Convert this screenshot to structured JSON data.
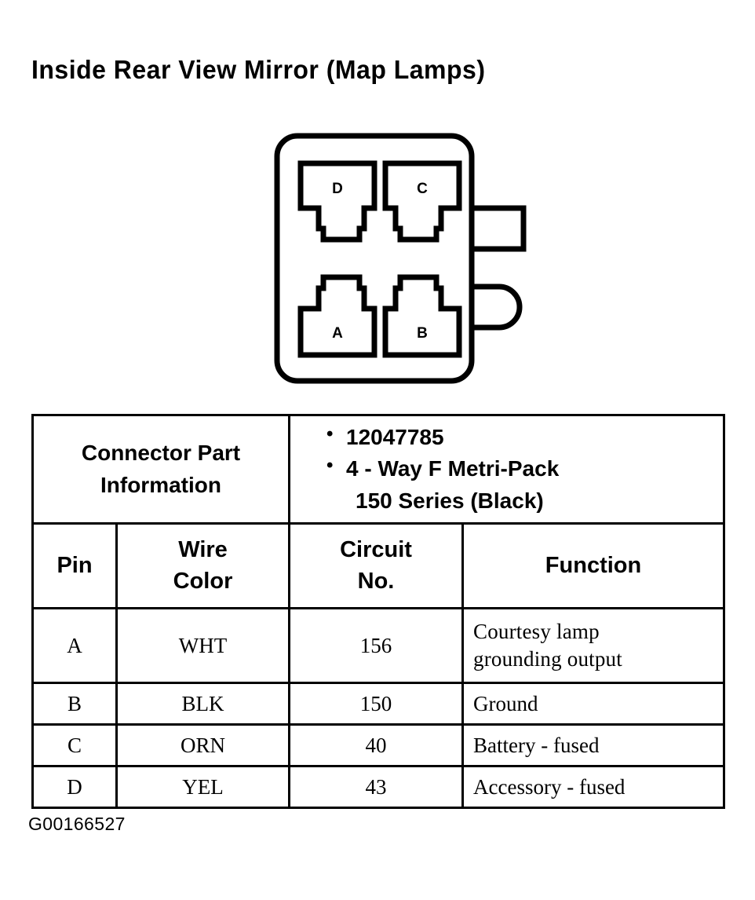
{
  "title": "Inside Rear View Mirror (Map Lamps)",
  "figure_code": "G00166527",
  "connector": {
    "cavities": [
      {
        "id": "D",
        "label": "D",
        "position": "top-left"
      },
      {
        "id": "C",
        "label": "C",
        "position": "top-right"
      },
      {
        "id": "A",
        "label": "A",
        "position": "bottom-left"
      },
      {
        "id": "B",
        "label": "B",
        "position": "bottom-right"
      }
    ],
    "side_tabs": [
      {
        "name": "upper-rectangular-tab",
        "shape": "rectangle"
      },
      {
        "name": "lower-rounded-tab",
        "shape": "rounded"
      }
    ],
    "line_color": "#000000",
    "fill_color": "#ffffff"
  },
  "table": {
    "connector_part_information": {
      "label_line1": "Connector Part",
      "label_line2": "Information",
      "items": [
        {
          "text": "12047785",
          "continuation": ""
        },
        {
          "text": "4 - Way F Metri-Pack",
          "continuation": "150 Series (Black)"
        }
      ]
    },
    "headers": {
      "pin": "Pin",
      "wire_color_line1": "Wire",
      "wire_color_line2": "Color",
      "circuit_line1": "Circuit",
      "circuit_line2": "No.",
      "function": "Function"
    },
    "rows": [
      {
        "pin": "A",
        "wire_color": "WHT",
        "circuit_no": "156",
        "function_line1": "Courtesy  lamp",
        "function_line2": "grounding  output"
      },
      {
        "pin": "B",
        "wire_color": "BLK",
        "circuit_no": "150",
        "function_line1": "Ground",
        "function_line2": ""
      },
      {
        "pin": "C",
        "wire_color": "ORN",
        "circuit_no": "40",
        "function_line1": "Battery - fused",
        "function_line2": ""
      },
      {
        "pin": "D",
        "wire_color": "YEL",
        "circuit_no": "43",
        "function_line1": "Accessory - fused",
        "function_line2": ""
      }
    ]
  }
}
